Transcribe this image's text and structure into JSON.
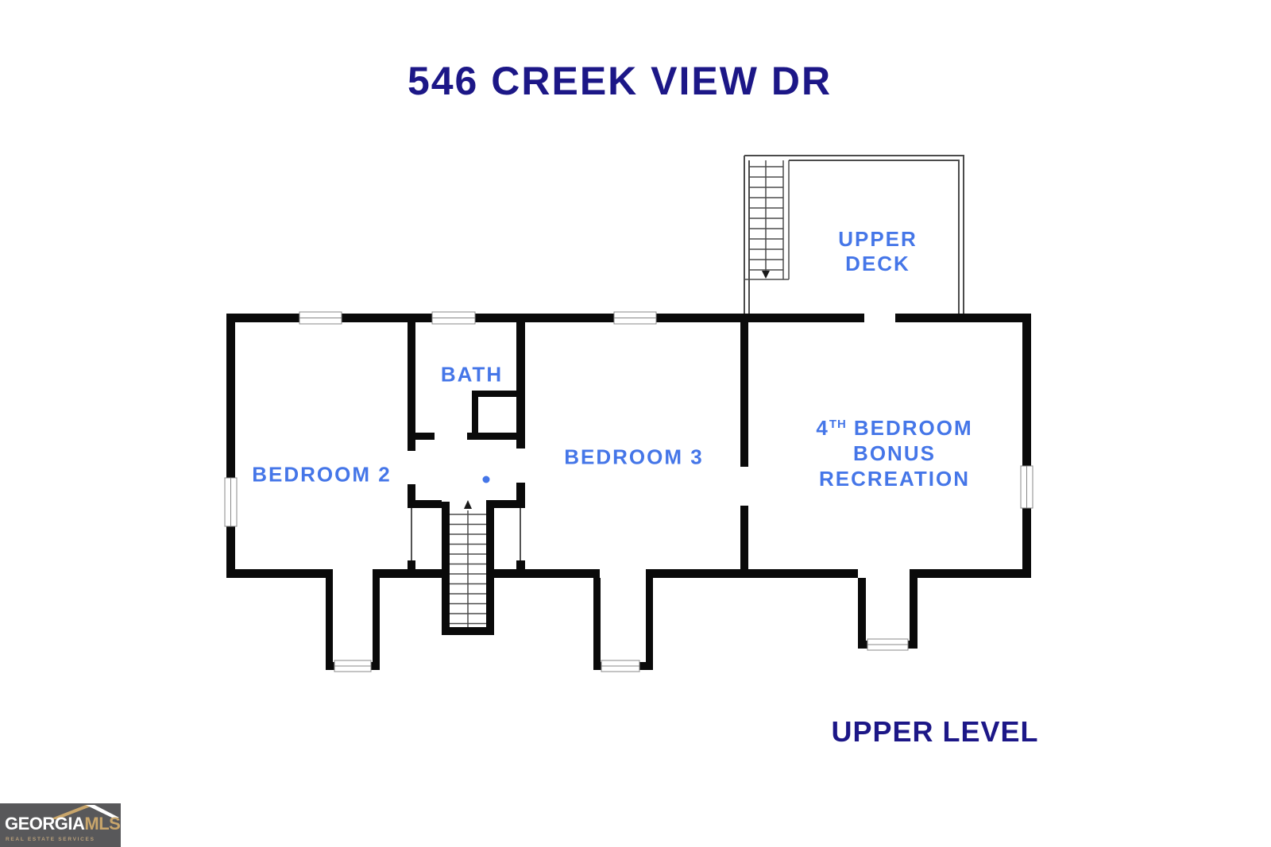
{
  "title": "546 CREEK VIEW DR",
  "level_label": "UPPER LEVEL",
  "rooms": {
    "bedroom2": "BEDROOM 2",
    "bath": "BATH",
    "bedroom3": "BEDROOM 3",
    "bonus_line1_num": "4",
    "bonus_line1_sup": "TH",
    "bonus_line1_text": "BEDROOM",
    "bonus_line2": "BONUS",
    "bonus_line3": "RECREATION",
    "deck_line1": "UPPER",
    "deck_line2": "DECK"
  },
  "logo": {
    "brand_primary": "GEORGIA",
    "brand_secondary": "MLS",
    "tagline": "REAL ESTATE SERVICES"
  },
  "icons": {
    "main_stairs_arrow": "arrow-up",
    "deck_stairs_arrow": "arrow-down",
    "logo_roof": "roof-shape"
  },
  "colors": {
    "label_blue": "#4576e8",
    "heading_navy": "#1c1787",
    "wall_black": "#0a0a0a",
    "deck_line_gray": "#4b4b4b",
    "logo_bg": "#58585a",
    "logo_gold": "#c9a66b",
    "logo_tagline": "#b9a07a"
  }
}
